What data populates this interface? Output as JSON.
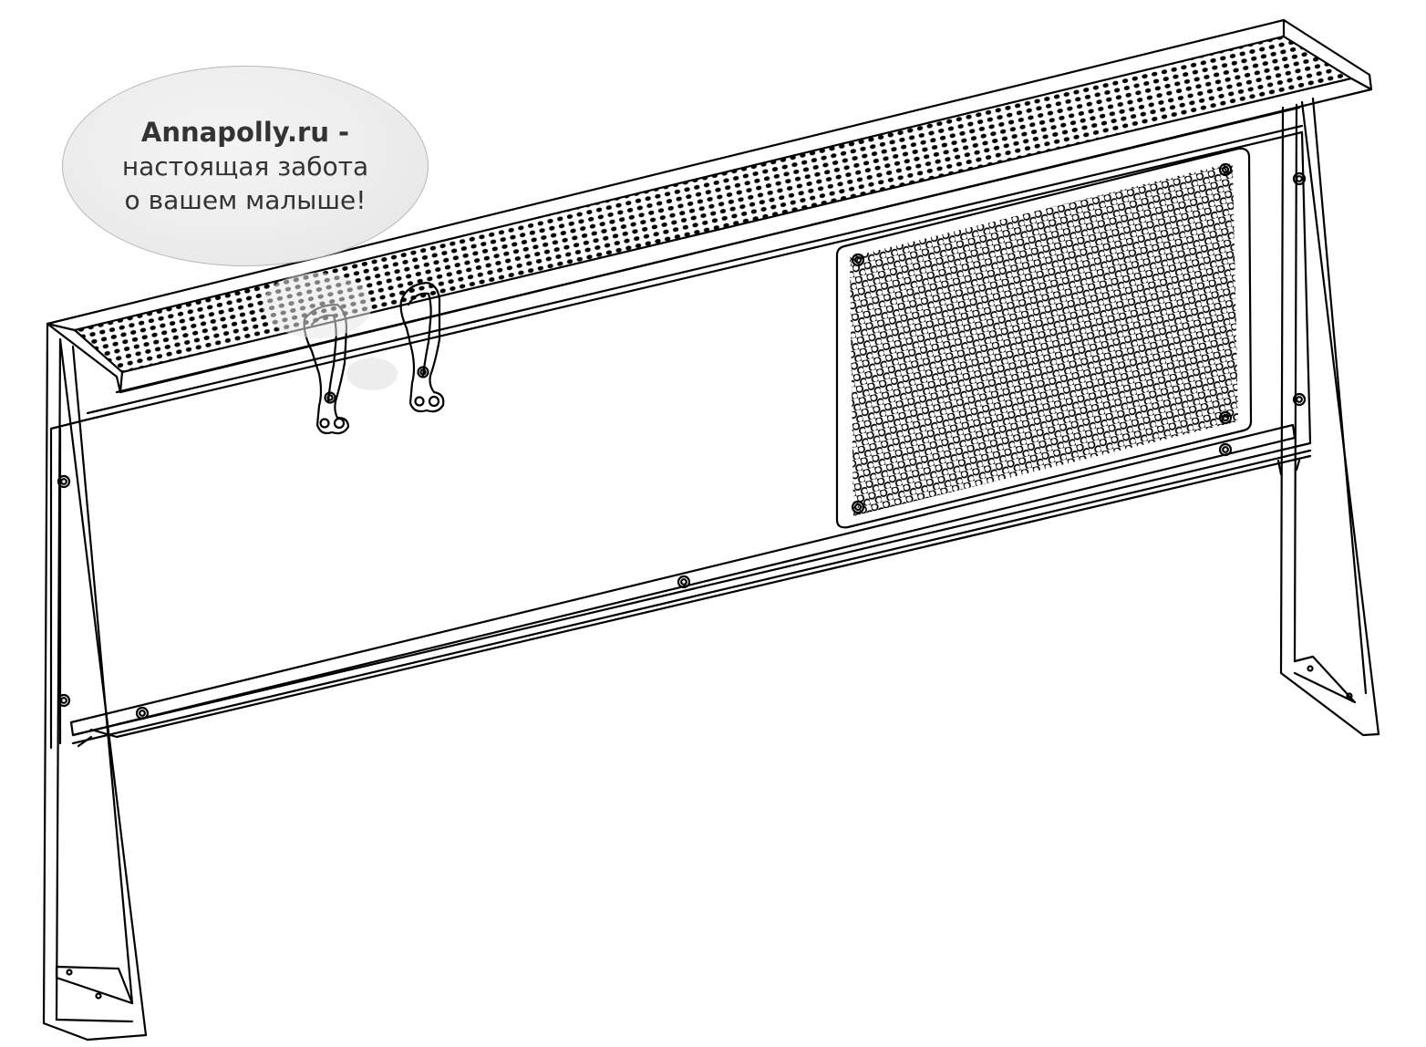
{
  "watermark": {
    "brand": "Annapolly.ru -",
    "line1": "настоящая забота",
    "line2": "о вашем малыше!"
  },
  "colors": {
    "stroke": "#000000",
    "bubble_text": "#333333",
    "background": "#ffffff"
  }
}
